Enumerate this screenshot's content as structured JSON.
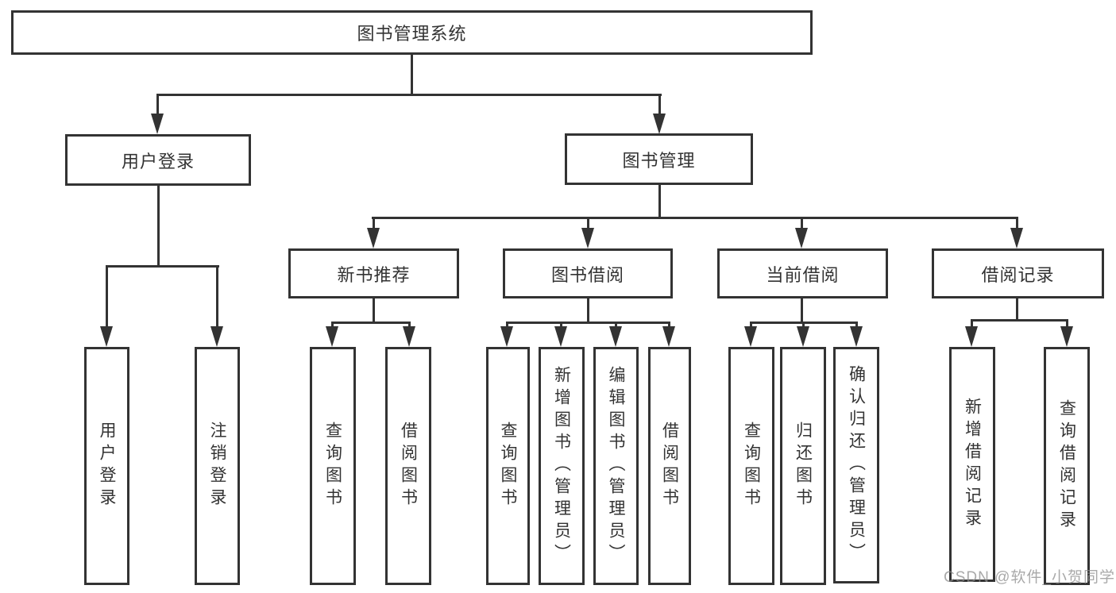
{
  "diagram": {
    "title": "图书管理系统",
    "nodes": {
      "root": "图书管理系统",
      "user_login": "用户登录",
      "book_mgmt": "图书管理",
      "ul_login": "用户登录",
      "ul_logout": "注销登录",
      "new_book_rec": "新书推荐",
      "book_borrow": "图书借阅",
      "current_borrow": "当前借阅",
      "borrow_records": "借阅记录",
      "nbr_query_books": "查询图书",
      "nbr_borrow_books": "借阅图书",
      "bb_query_books": "查询图书",
      "bb_add_books": "新增图书（管理员）",
      "bb_edit_books": "编辑图书（管理员）",
      "bb_borrow_books": "借阅图书",
      "cb_query_books": "查询图书",
      "cb_return_books": "归还图书",
      "cb_confirm_return": "确认归还（管理员）",
      "br_add_record": "新增借阅记录",
      "br_query_record": "查询借阅记录"
    },
    "line_color": "#333333",
    "box_background": "#ffffff"
  },
  "watermark": "CSDN @软件_小贺同学"
}
